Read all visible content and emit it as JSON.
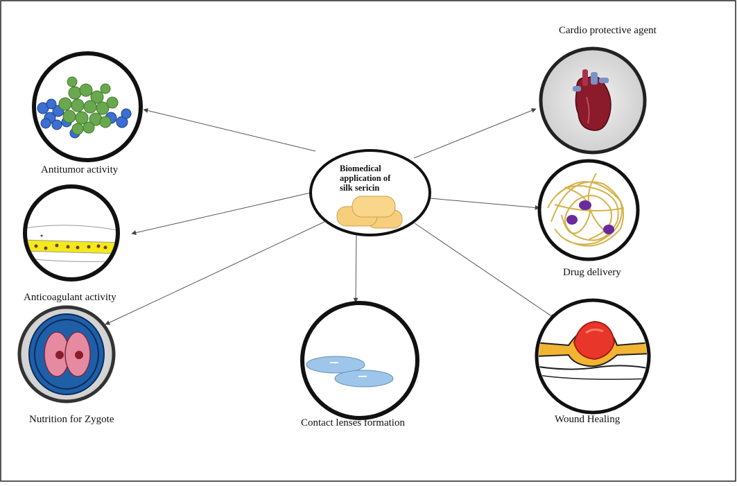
{
  "center": {
    "lines": [
      "Biomedical",
      "application of",
      "silk sericin"
    ]
  },
  "nodes": {
    "cardio": {
      "label": "Cardio protective agent"
    },
    "antitumor": {
      "label": "Antitumor activity"
    },
    "drug": {
      "label": "Drug delivery"
    },
    "anticoag": {
      "label": "Anticoagulant activity"
    },
    "zygote": {
      "label": "Nutrition for Zygote"
    },
    "contact": {
      "label": "Contact lenses formation"
    },
    "wound": {
      "label": "Wound Healing"
    }
  },
  "colors": {
    "outline": "#111111",
    "green_cells": "#6aa84f",
    "blue_cells": "#3c6fd1",
    "heart": "#8b1a2b",
    "fiber": "#d4b24a",
    "drug_dot": "#6a2a9c",
    "yellow_band": "#f2ea1a",
    "zygote_blue": "#1f5fa8",
    "zygote_pink": "#e58aa0",
    "lens": "#9ec5ea",
    "wound_red": "#e8372a",
    "wound_band": "#f2b531",
    "capsule": "#f7cf7c"
  }
}
